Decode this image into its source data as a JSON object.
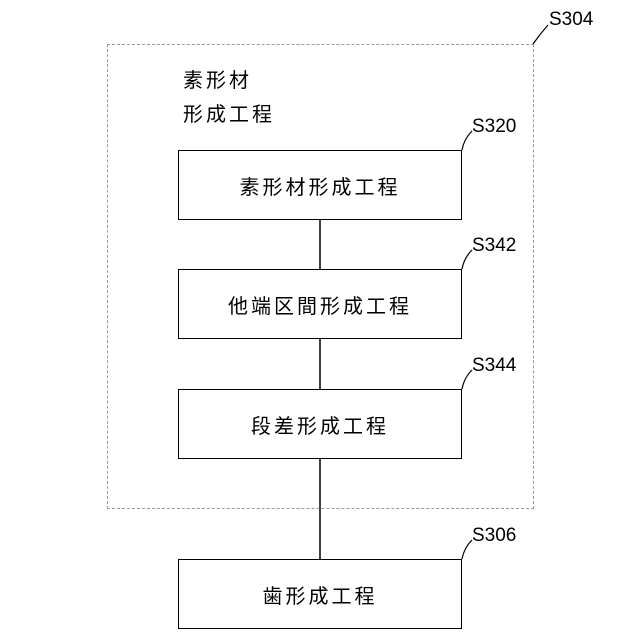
{
  "outer_group": {
    "ref": "S304",
    "title_line1": "素形材",
    "title_line2": "形成工程"
  },
  "steps": [
    {
      "ref": "S320",
      "label": "素形材形成工程"
    },
    {
      "ref": "S342",
      "label": "他端区間形成工程"
    },
    {
      "ref": "S344",
      "label": "段差形成工程"
    },
    {
      "ref": "S306",
      "label": "歯形成工程"
    }
  ]
}
